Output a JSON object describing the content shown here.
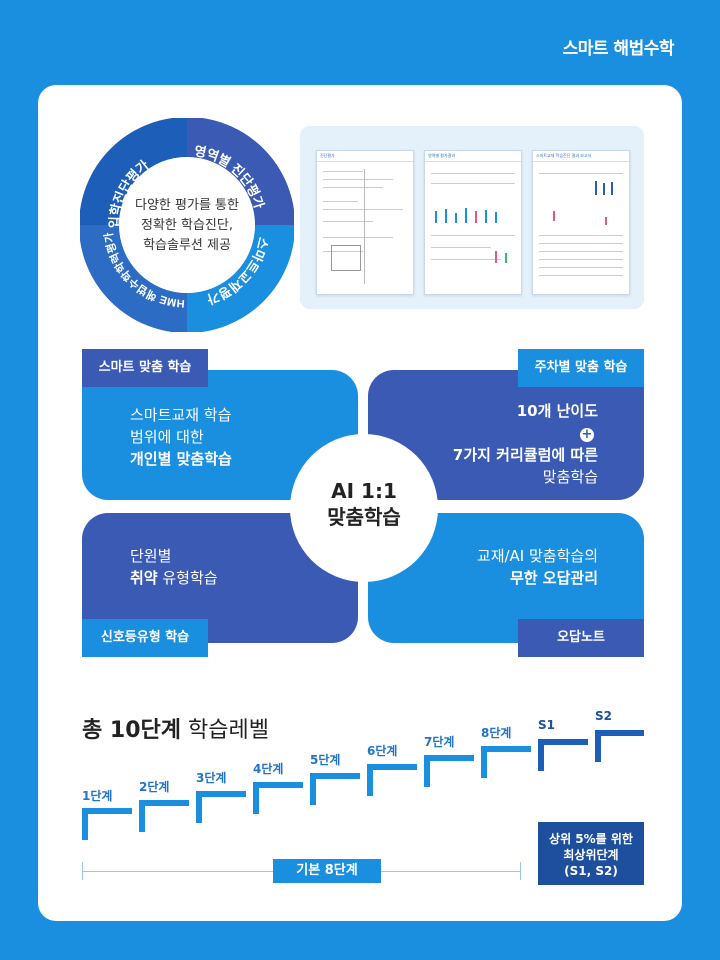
{
  "brand": "스마트 해법수학",
  "ring": {
    "segments": [
      "입학진단평가",
      "영역별 진단평가",
      "스마트교재평가",
      "HME 해법수학학력평가"
    ],
    "center_lines": [
      "다양한 평가를 통한",
      "정확한 학습진단,",
      "학습솔루션 제공"
    ],
    "colors": [
      "#1d5fb8",
      "#3a5ab4",
      "#1a8fe0",
      "#2c6cc4"
    ]
  },
  "reports": {
    "titles": [
      "진단평가",
      "영역별 평가결과",
      "스마트교재 학습진단 결과 보고서"
    ]
  },
  "quadrants": {
    "center": [
      "AI 1:1",
      "맞춤학습"
    ],
    "q1": {
      "tag": "스마트 맞춤 학습",
      "line1": "스마트교재 학습",
      "line2": "범위에 대한",
      "line3": "개인별 맞춤학습"
    },
    "q2": {
      "tag": "주차별 맞춤 학습",
      "line1": "10개 난이도",
      "plus": "+",
      "line2": "7가지 커리큘럼에 따른",
      "line3": "맞춤학습"
    },
    "q3": {
      "tag": "신호등유형 학습",
      "line1": "단원별",
      "line2a": "취약",
      "line2b": " 유형학습"
    },
    "q4": {
      "tag": "오답노트",
      "line1": "교재/AI 맞춤학습의",
      "line2": "무한 오답관리"
    }
  },
  "levels": {
    "title_bold": "총 10단계",
    "title_rest": " 학습레벨",
    "steps": [
      "1단계",
      "2단계",
      "3단계",
      "4단계",
      "5단계",
      "6단계",
      "7단계",
      "8단계",
      "S1",
      "S2"
    ],
    "base_label": "기본 8단계",
    "top_box": [
      "상위 5%를 위한",
      "최상위단계",
      "(S1, S2)"
    ]
  }
}
